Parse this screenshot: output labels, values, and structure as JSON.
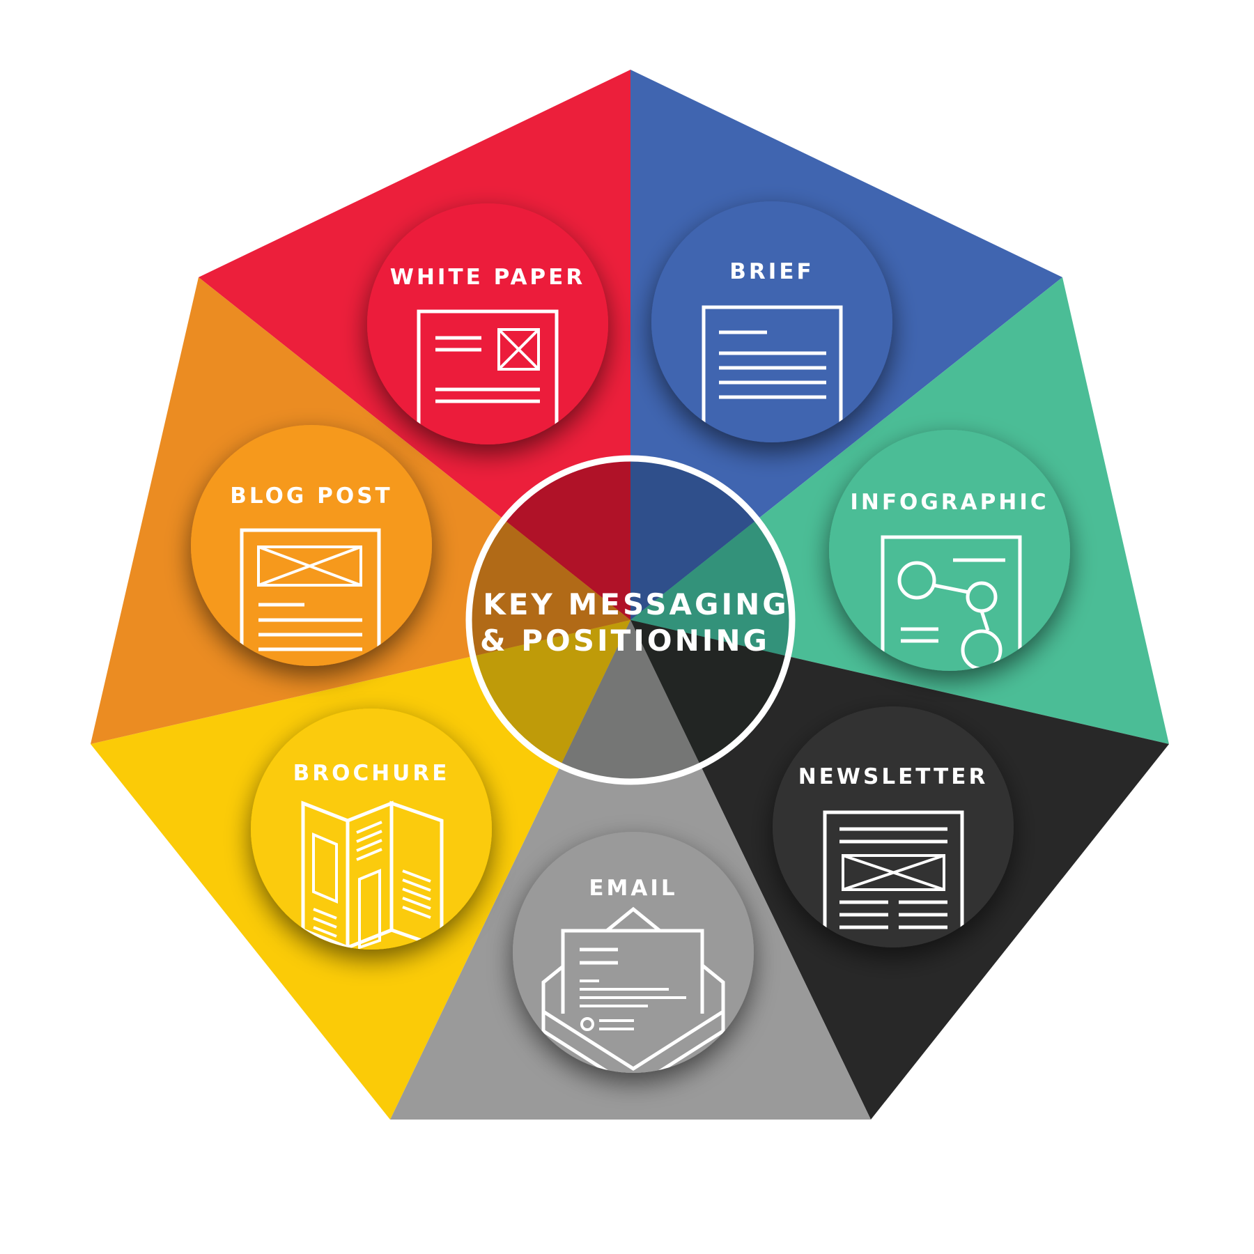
{
  "center": {
    "line1": "KEY MESSAGING",
    "line2": "& POSITIONING"
  },
  "segments": [
    {
      "label": "WHITE PAPER",
      "color": "#ec1f3b",
      "icon": "white-paper-icon"
    },
    {
      "label": "BRIEF",
      "color": "#4065b0",
      "icon": "brief-icon"
    },
    {
      "label": "INFOGRAPHIC",
      "color": "#4bbd96",
      "icon": "infographic-icon"
    },
    {
      "label": "NEWSLETTER",
      "color": "#282828",
      "icon": "newsletter-icon"
    },
    {
      "label": "EMAIL",
      "color": "#9a9a9a",
      "icon": "email-icon"
    },
    {
      "label": "BROCHURE",
      "color": "#fbcb07",
      "icon": "brochure-icon"
    },
    {
      "label": "BLOG POST",
      "color": "#eb8c22",
      "icon": "blog-post-icon"
    }
  ]
}
